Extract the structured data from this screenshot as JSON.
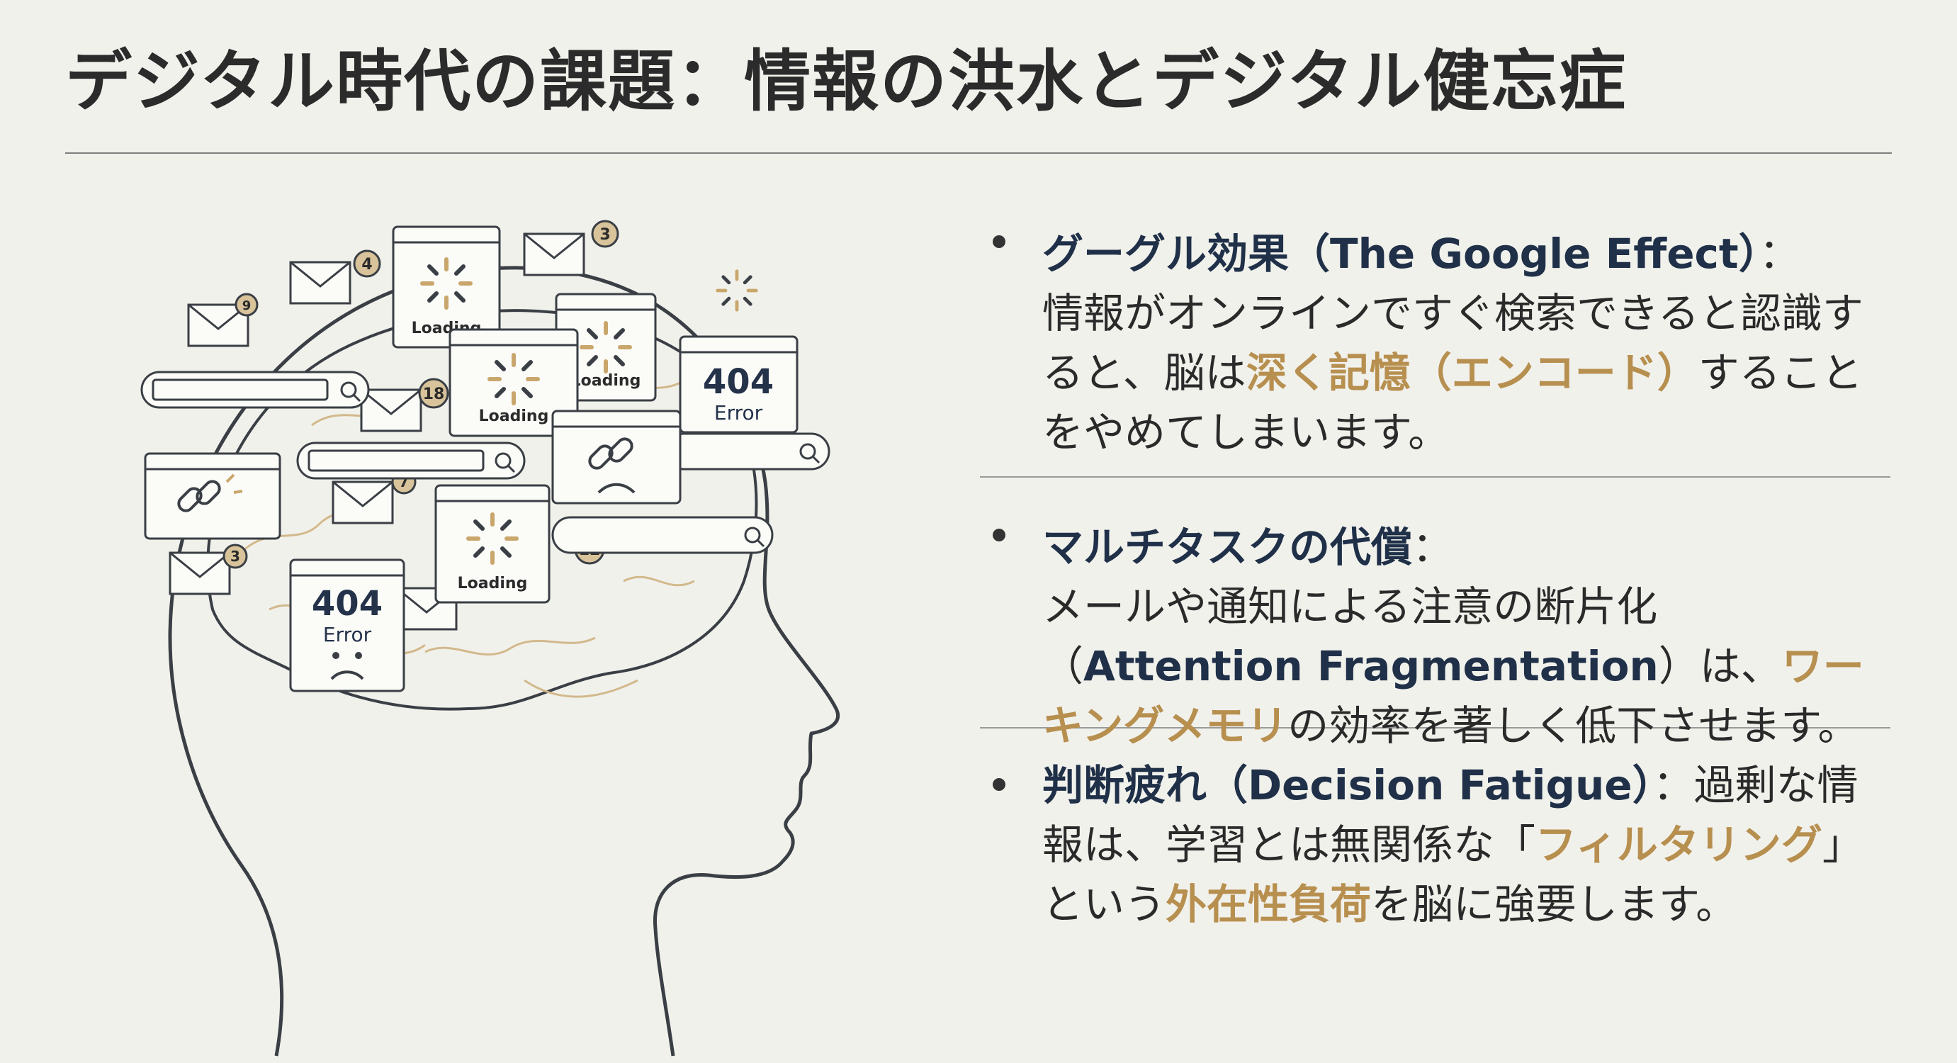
{
  "title": "デジタル時代の課題：情報の洪水とデジタル健忘症",
  "illustration": {
    "loading_label": "Loading",
    "error_code": "404",
    "error_label": "Error",
    "badges": [
      "3",
      "4",
      "9",
      "18",
      "7",
      "3",
      "12"
    ],
    "icons": [
      "head-profile-icon",
      "brain-icon",
      "envelope-icon",
      "loading-spinner-icon",
      "search-bar-icon",
      "broken-link-icon",
      "sad-face-icon",
      "notification-badge-icon"
    ]
  },
  "points": [
    {
      "term": "グーグル効果（The Google Effect）",
      "colon": "：",
      "text1": "情報がオンラインですぐ検索できると認識すると、脳は",
      "highlight1": "深く記憶（エンコード）",
      "text2": "することをやめてしまいます。"
    },
    {
      "term": "マルチタスクの代償",
      "colon": "：",
      "text1": "メールや通知による注意の断片化（",
      "term2": "Attention Fragmentation",
      "text2": "）は、",
      "highlight1": "ワーキングメモリ",
      "text3": "の効率を著しく低下させます。"
    },
    {
      "term": "判断疲れ（Decision Fatigue）",
      "colon": "：",
      "text1": "過剰な情報は、学習とは無関係な「",
      "highlight1": "フィルタリング",
      "text2": "」という",
      "highlight2": "外在性負荷",
      "text3": "を脳に強要します。"
    }
  ],
  "colors": {
    "background": "#f1f1ec",
    "title": "#2b2b2b",
    "term": "#1f3048",
    "highlight": "#b78f4f",
    "line": "#3a3f45"
  }
}
